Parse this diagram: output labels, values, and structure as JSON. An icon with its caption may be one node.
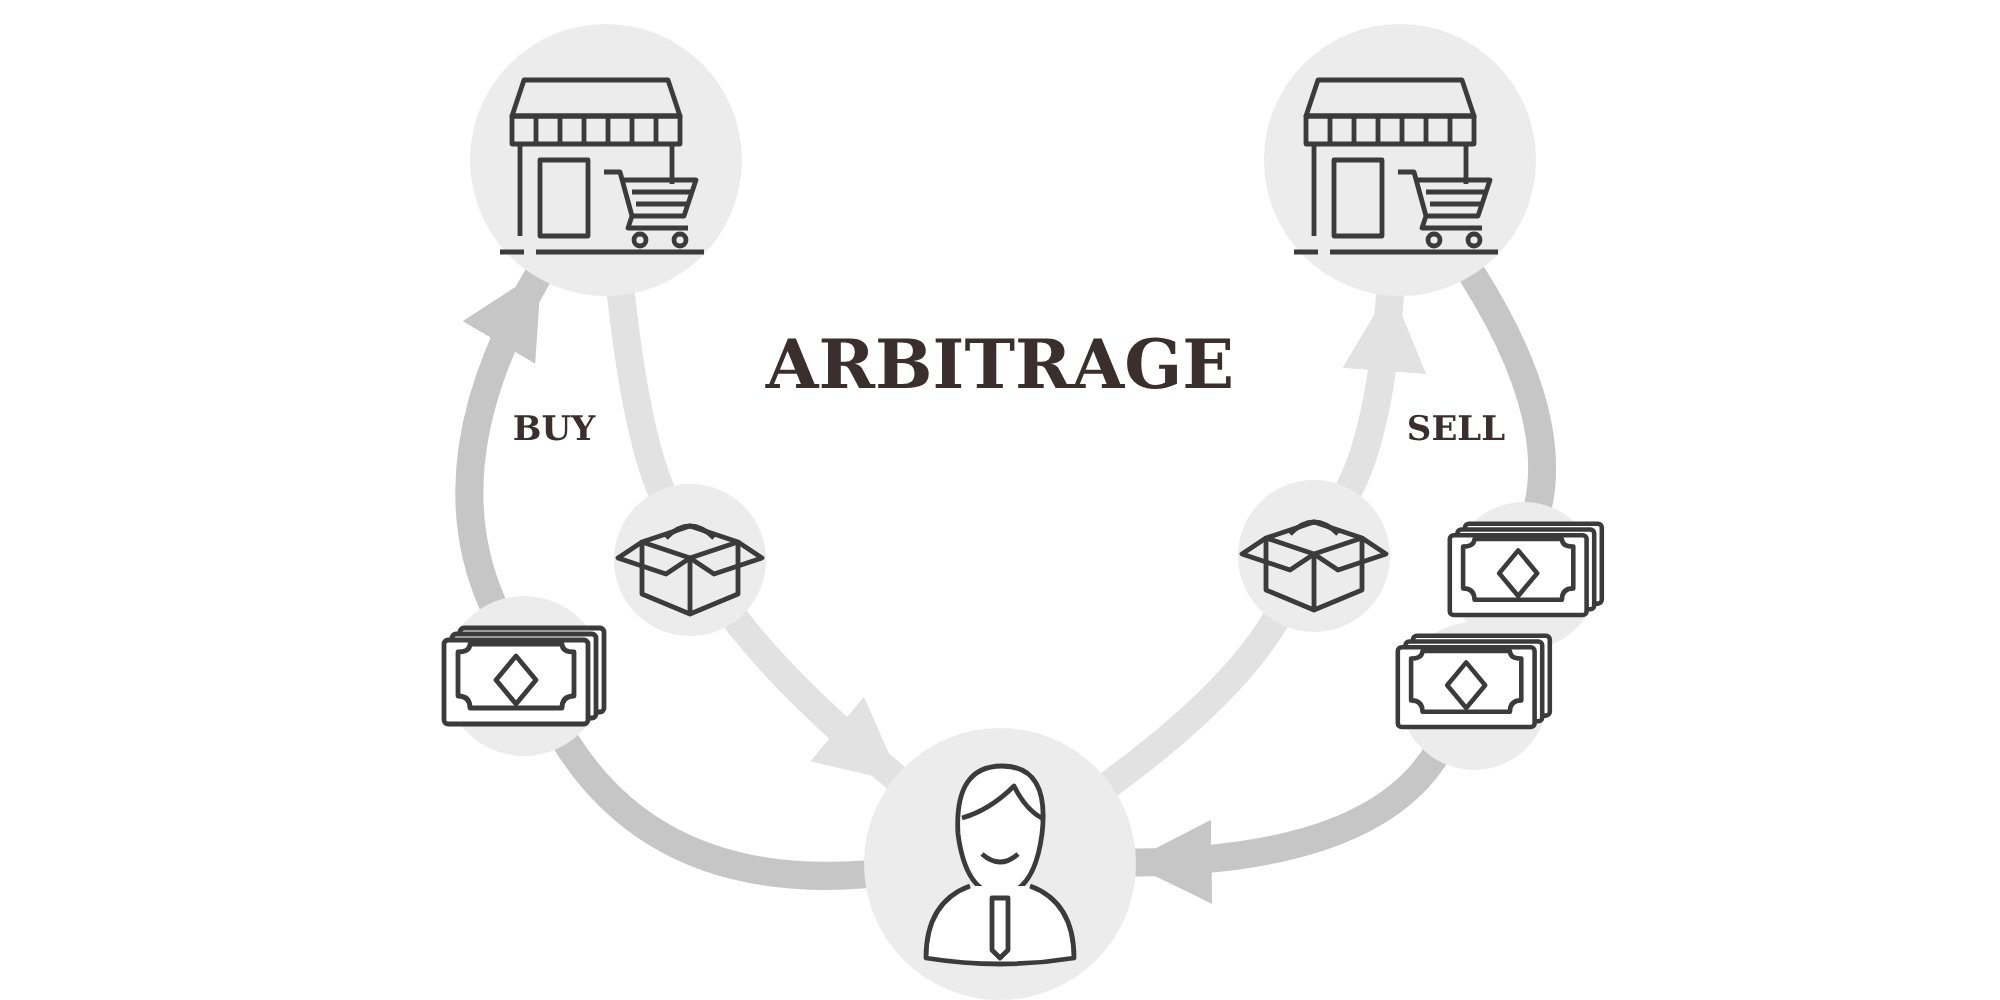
{
  "diagram": {
    "title": "ARBITRAGE",
    "nodes": [
      {
        "text": [],
        "shape": "picture"
      },
      {
        "text": [],
        "shape": "picture"
      },
      {
        "text": [],
        "shape": "picture"
      },
      {
        "text": [],
        "shape": "picture"
      },
      {
        "text": [],
        "shape": "picture"
      },
      {
        "text": [],
        "shape": "picture"
      },
      {
        "text": [],
        "shape": "picture"
      }
    ],
    "edges": [
      {
        "from": 2,
        "to": 5,
        "arrow": "none"
      },
      {
        "from": 5,
        "to": 0,
        "arrow": "to"
      },
      {
        "from": 0,
        "to": 3,
        "arrow": "none",
        "color": "#e2e2e2"
      },
      {
        "from": 3,
        "to": 2,
        "arrow": "to",
        "color": "#e2e2e2"
      },
      {
        "from": 2,
        "to": 4,
        "arrow": "none",
        "color": "#e2e2e2"
      },
      {
        "from": 4,
        "to": 1,
        "arrow": "to",
        "color": "#e2e2e2"
      },
      {
        "from": 1,
        "to": 6,
        "arrow": "none"
      },
      {
        "from": 6,
        "to": 2,
        "arrow": "to"
      }
    ],
    "labels": [
      "BUY",
      "SELL"
    ]
  }
}
